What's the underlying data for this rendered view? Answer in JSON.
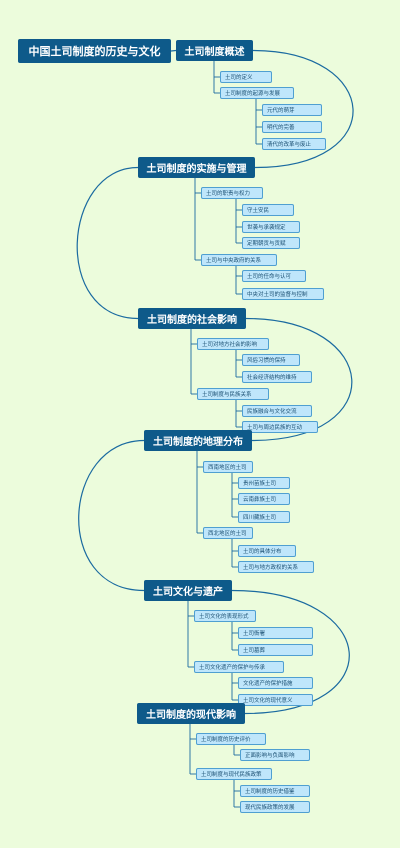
{
  "root": {
    "label": "中国土司制度的历史与文化"
  },
  "sections": [
    {
      "title": "土司制度概述",
      "items": [
        {
          "label": "土司的定义",
          "children": []
        },
        {
          "label": "土司制度的起源与发展",
          "children": [
            "元代的萌芽",
            "明代的完善",
            "清代的改革与废止"
          ]
        }
      ]
    },
    {
      "title": "土司制度的实施与管理",
      "items": [
        {
          "label": "土司的职责与权力",
          "children": [
            "守土安民",
            "世袭与承袭规定",
            "定期朝贡与贡赋"
          ]
        },
        {
          "label": "土司与中央政府的关系",
          "children": [
            "土司的任命与认可",
            "中央对土司的监督与控制"
          ]
        }
      ]
    },
    {
      "title": "土司制度的社会影响",
      "items": [
        {
          "label": "土司对地方社会的影响",
          "children": [
            "风俗习惯的保持",
            "社会经济结构的维持"
          ]
        },
        {
          "label": "土司制度与民族关系",
          "children": [
            "民族融合与文化交流",
            "土司与周边民族的互动"
          ]
        }
      ]
    },
    {
      "title": "土司制度的地理分布",
      "items": [
        {
          "label": "西南地区的土司",
          "children": [
            "贵州苗族土司",
            "云南彝族土司",
            "四川藏族土司"
          ]
        },
        {
          "label": "西北地区的土司",
          "children": [
            "土司的具体分布",
            "土司与地方政权的关系"
          ]
        }
      ]
    },
    {
      "title": "土司文化与遗产",
      "items": [
        {
          "label": "土司文化的表现形式",
          "children": [
            "土司衙署",
            "土司墓葬"
          ]
        },
        {
          "label": "土司文化遗产的保护与传承",
          "children": [
            "文化遗产的保护措施",
            "土司文化的现代意义"
          ]
        }
      ]
    },
    {
      "title": "土司制度的现代影响",
      "items": [
        {
          "label": "土司制度的历史评价",
          "children": [
            "正面影响与负面影响"
          ]
        },
        {
          "label": "土司制度与现代民族政策",
          "children": [
            "土司制度的历史借鉴",
            "现代民族政策的发展"
          ]
        }
      ]
    }
  ],
  "colors": {
    "line": "#1a6aa0",
    "main_fill": "#0e5a8a",
    "sub_fill": "#bfe6fb",
    "sub_border": "#4f9fd1",
    "background": "#ecfcdc"
  }
}
